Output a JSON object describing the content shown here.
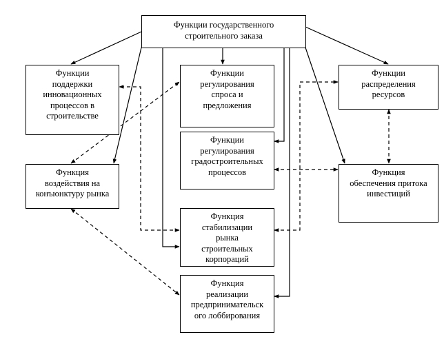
{
  "diagram": {
    "root": {
      "id": "state-construction-order",
      "label": "Функции государственного\nстроительного заказа"
    },
    "nodes": [
      {
        "id": "innovation-support",
        "label": "Функции\nподдержки\nинновационных\nпроцессов в\nстроительстве"
      },
      {
        "id": "market-influence",
        "label": "Функция\nвоздействия на\nконъюнктуру рынка"
      },
      {
        "id": "supply-demand-regulation",
        "label": "Функции\nрегулирования\nспроса и\nпредложения"
      },
      {
        "id": "urban-planning-regulation",
        "label": "Функции\nрегулирования\nградостроительных\nпроцессов"
      },
      {
        "id": "corporations-stabilization",
        "label": "Функция\nстабилизации\nрынка\nстроительных\nкорпораций"
      },
      {
        "id": "lobbying",
        "label": "Функция\nреализации\nпредпринимательск\nого лоббирования"
      },
      {
        "id": "resource-distribution",
        "label": "Функции\nраспределения\nресурсов"
      },
      {
        "id": "investment-inflow",
        "label": "Функция\nобеспечения притока\nинвестиций"
      }
    ],
    "edges": [
      {
        "from": "state-construction-order",
        "to": "innovation-support",
        "style": "solid",
        "direction": "forward"
      },
      {
        "from": "state-construction-order",
        "to": "market-influence",
        "style": "solid",
        "direction": "forward"
      },
      {
        "from": "state-construction-order",
        "to": "supply-demand-regulation",
        "style": "solid",
        "direction": "forward"
      },
      {
        "from": "state-construction-order",
        "to": "corporations-stabilization",
        "style": "solid",
        "direction": "forward"
      },
      {
        "from": "state-construction-order",
        "to": "urban-planning-regulation",
        "style": "solid",
        "direction": "forward"
      },
      {
        "from": "state-construction-order",
        "to": "lobbying",
        "style": "solid",
        "direction": "forward"
      },
      {
        "from": "state-construction-order",
        "to": "resource-distribution",
        "style": "solid",
        "direction": "forward"
      },
      {
        "from": "state-construction-order",
        "to": "investment-inflow",
        "style": "solid",
        "direction": "forward"
      },
      {
        "from": "corporations-stabilization",
        "to": "innovation-support",
        "style": "dashed",
        "direction": "both"
      },
      {
        "from": "market-influence",
        "to": "supply-demand-regulation",
        "style": "dashed",
        "direction": "both"
      },
      {
        "from": "market-influence",
        "to": "lobbying",
        "style": "dashed",
        "direction": "both"
      },
      {
        "from": "corporations-stabilization",
        "to": "resource-distribution",
        "style": "dashed",
        "direction": "both"
      },
      {
        "from": "urban-planning-regulation",
        "to": "investment-inflow",
        "style": "dashed",
        "direction": "both"
      },
      {
        "from": "resource-distribution",
        "to": "investment-inflow",
        "style": "dashed",
        "direction": "both"
      }
    ]
  }
}
